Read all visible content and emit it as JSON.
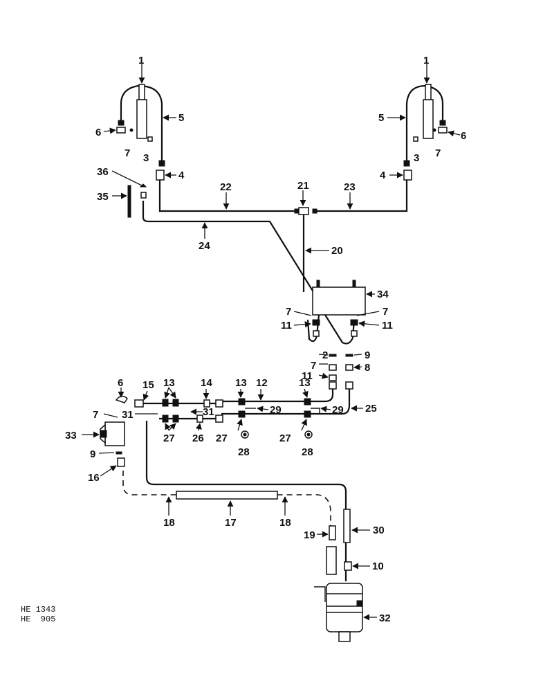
{
  "figure": {
    "reference_codes": [
      "HE 1343",
      "HE  905"
    ]
  },
  "callouts": [
    {
      "id": "c1a",
      "text": "1"
    },
    {
      "id": "c1b",
      "text": "1"
    },
    {
      "id": "c2",
      "text": "2"
    },
    {
      "id": "c3a",
      "text": "3"
    },
    {
      "id": "c3b",
      "text": "3"
    },
    {
      "id": "c4a",
      "text": "4"
    },
    {
      "id": "c4b",
      "text": "4"
    },
    {
      "id": "c5a",
      "text": "5"
    },
    {
      "id": "c5b",
      "text": "5"
    },
    {
      "id": "c6a",
      "text": "6"
    },
    {
      "id": "c6b",
      "text": "6"
    },
    {
      "id": "c6c",
      "text": "6"
    },
    {
      "id": "c7a",
      "text": "7"
    },
    {
      "id": "c7b",
      "text": "7"
    },
    {
      "id": "c7c",
      "text": "7"
    },
    {
      "id": "c7d",
      "text": "7"
    },
    {
      "id": "c7e",
      "text": "7"
    },
    {
      "id": "c7f",
      "text": "7"
    },
    {
      "id": "c8",
      "text": "8"
    },
    {
      "id": "c9a",
      "text": "9"
    },
    {
      "id": "c9b",
      "text": "9"
    },
    {
      "id": "c10",
      "text": "10"
    },
    {
      "id": "c11a",
      "text": "11"
    },
    {
      "id": "c11b",
      "text": "11"
    },
    {
      "id": "c11c",
      "text": "11"
    },
    {
      "id": "c12",
      "text": "12"
    },
    {
      "id": "c13a",
      "text": "13"
    },
    {
      "id": "c13b",
      "text": "13"
    },
    {
      "id": "c13c",
      "text": "13"
    },
    {
      "id": "c14",
      "text": "14"
    },
    {
      "id": "c15",
      "text": "15"
    },
    {
      "id": "c16",
      "text": "16"
    },
    {
      "id": "c17",
      "text": "17"
    },
    {
      "id": "c18a",
      "text": "18"
    },
    {
      "id": "c18b",
      "text": "18"
    },
    {
      "id": "c19",
      "text": "19"
    },
    {
      "id": "c20",
      "text": "20"
    },
    {
      "id": "c21",
      "text": "21"
    },
    {
      "id": "c22",
      "text": "22"
    },
    {
      "id": "c23",
      "text": "23"
    },
    {
      "id": "c24",
      "text": "24"
    },
    {
      "id": "c25",
      "text": "25"
    },
    {
      "id": "c26",
      "text": "26"
    },
    {
      "id": "c27a",
      "text": "27"
    },
    {
      "id": "c27b",
      "text": "27"
    },
    {
      "id": "c27c",
      "text": "27"
    },
    {
      "id": "c28a",
      "text": "28"
    },
    {
      "id": "c28b",
      "text": "28"
    },
    {
      "id": "c29a",
      "text": "29"
    },
    {
      "id": "c29b",
      "text": "29"
    },
    {
      "id": "c30",
      "text": "30"
    },
    {
      "id": "c31a",
      "text": "31"
    },
    {
      "id": "c31b",
      "text": "31"
    },
    {
      "id": "c32",
      "text": "32"
    },
    {
      "id": "c33",
      "text": "33"
    },
    {
      "id": "c34",
      "text": "34"
    },
    {
      "id": "c35",
      "text": "35"
    },
    {
      "id": "c36",
      "text": "36"
    }
  ]
}
